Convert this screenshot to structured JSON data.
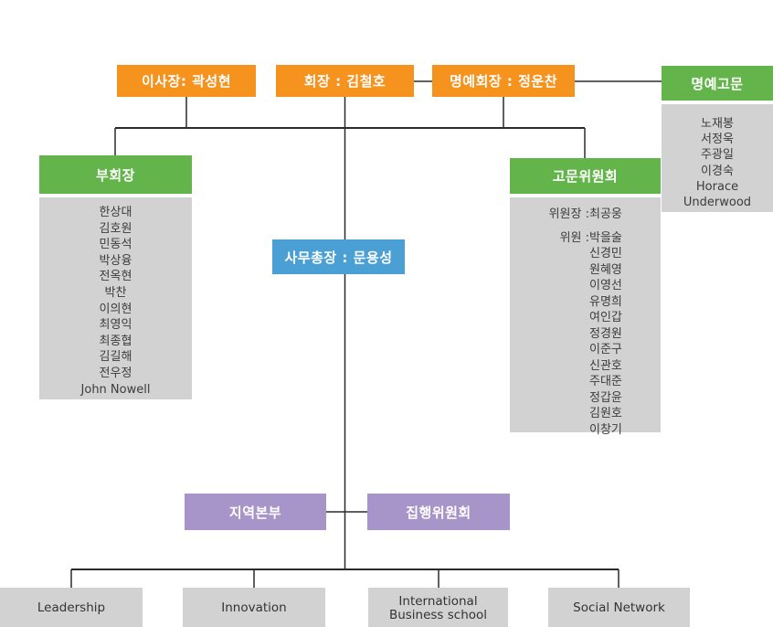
{
  "colors": {
    "orange": "#F6921E",
    "green": "#63B44A",
    "blue": "#4A9FD4",
    "purple": "#A795CA",
    "gray_box": "#D2D2D2",
    "line": "#2B2B2B",
    "header_text": "#FFFFFF",
    "list_text": "#3C3C3C"
  },
  "boxes": {
    "chairman_of_board": {
      "label": "이사장: 곽성현"
    },
    "president": {
      "label": "회장 : 김철호"
    },
    "honorary_president": {
      "label": "명예회장 : 정운찬"
    },
    "honorary_advisors": {
      "title": "명예고문",
      "members": [
        "노재봉",
        "서정욱",
        "주광일",
        "이경숙",
        "Horace",
        "Underwood"
      ]
    },
    "vice_presidents": {
      "title": "부회장",
      "members": [
        "한상대",
        "김호원",
        "민동석",
        "박상융",
        "전옥현",
        "박찬",
        "이의현",
        "최영익",
        "최종협",
        "김길해",
        "전우정",
        "John Nowell"
      ]
    },
    "advisory_committee": {
      "title": "고문위원회",
      "chair_label": "위원장 :",
      "chair_name": "최공웅",
      "member_label": "위원 :",
      "first_member": "박을술",
      "members": [
        "신경민",
        "원혜영",
        "이영선",
        "유명희",
        "여인갑",
        "정경원",
        "이준구",
        "신관호",
        "주대준",
        "정갑윤",
        "김원호",
        "이창기"
      ]
    },
    "secretary_general": {
      "label": "사무총장 : 문용성"
    },
    "regional_headquarters": {
      "label": "지역본부"
    },
    "executive_committee": {
      "label": "집행위원회"
    },
    "divisions": [
      {
        "label": "Leadership"
      },
      {
        "label": "Innovation"
      },
      {
        "label": "International\nBusiness school"
      },
      {
        "label": "Social Network"
      }
    ]
  }
}
